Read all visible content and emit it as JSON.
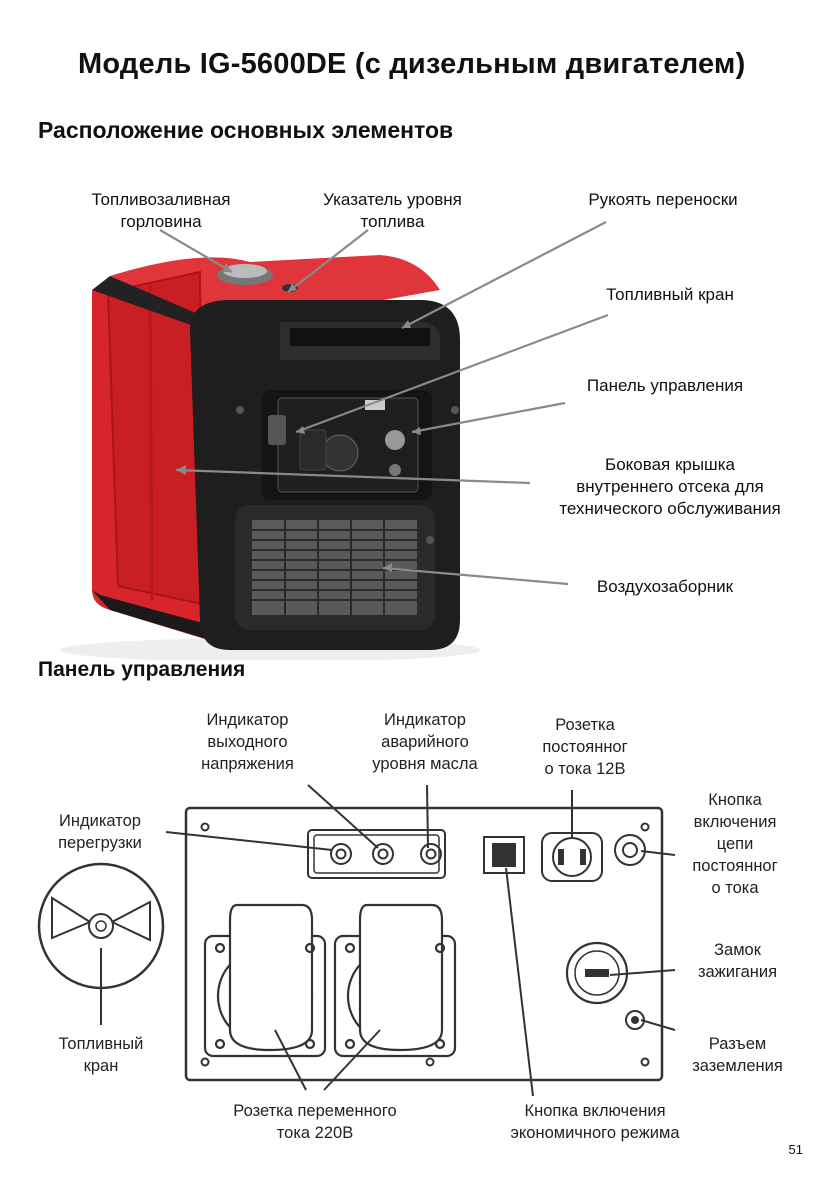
{
  "page": {
    "title": "Модель IG-5600DE (с дизельным двигателем)",
    "section_main": "Расположение основных элементов",
    "section_panel": "Панель управления",
    "page_number": "51"
  },
  "top_labels": {
    "fuel_neck": [
      "Топливозаливная",
      "горловина"
    ],
    "fuel_gauge": [
      "Указатель уровня",
      "топлива"
    ],
    "handle": "Рукоять переноски",
    "fuel_valve": "Топливный кран",
    "control_panel": "Панель управления",
    "side_cover": [
      "Боковая крышка",
      "внутреннего отсека для",
      "технического обслуживания"
    ],
    "air_intake": "Воздухозаборник"
  },
  "panel_labels": {
    "output_indicator": [
      "Индикатор",
      "выходного",
      "напряжения"
    ],
    "oil_indicator": [
      "Индикатор",
      "аварийного",
      "уровня масла"
    ],
    "dc_socket": [
      "Розетка",
      "постоянног",
      "о тока 12В"
    ],
    "overload_indicator": [
      "Индикатор",
      "перегрузки"
    ],
    "dc_button": [
      "Кнопка",
      "включения",
      "цепи",
      "постоянног",
      "о тока"
    ],
    "ignition": [
      "Замок",
      "зажигания"
    ],
    "ground": [
      "Разъем",
      "заземления"
    ],
    "fuel_valve": [
      "Топливный",
      "кран"
    ],
    "ac_socket": [
      "Розетка переменного",
      "тока 220В"
    ],
    "eco_button": [
      "Кнопка включения",
      "экономичного режима"
    ]
  },
  "colors": {
    "generator_red": "#d8252b",
    "frame_black": "#1e1e1e",
    "line_gray": "#8a8a8a"
  }
}
